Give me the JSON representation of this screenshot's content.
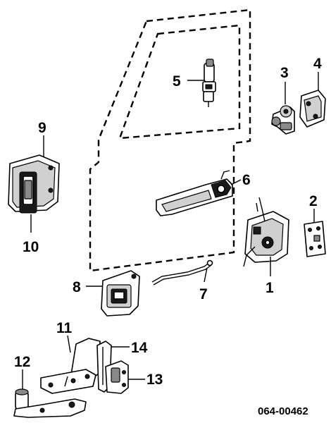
{
  "callouts": {
    "c1": "1",
    "c2": "2",
    "c3": "3",
    "c4": "4",
    "c5": "5",
    "c6": "6",
    "c7": "7",
    "c8": "8",
    "c9": "9",
    "c10": "10",
    "c11": "11",
    "c12": "12",
    "c13": "13",
    "c14": "14"
  },
  "reference_number": "064-00462"
}
